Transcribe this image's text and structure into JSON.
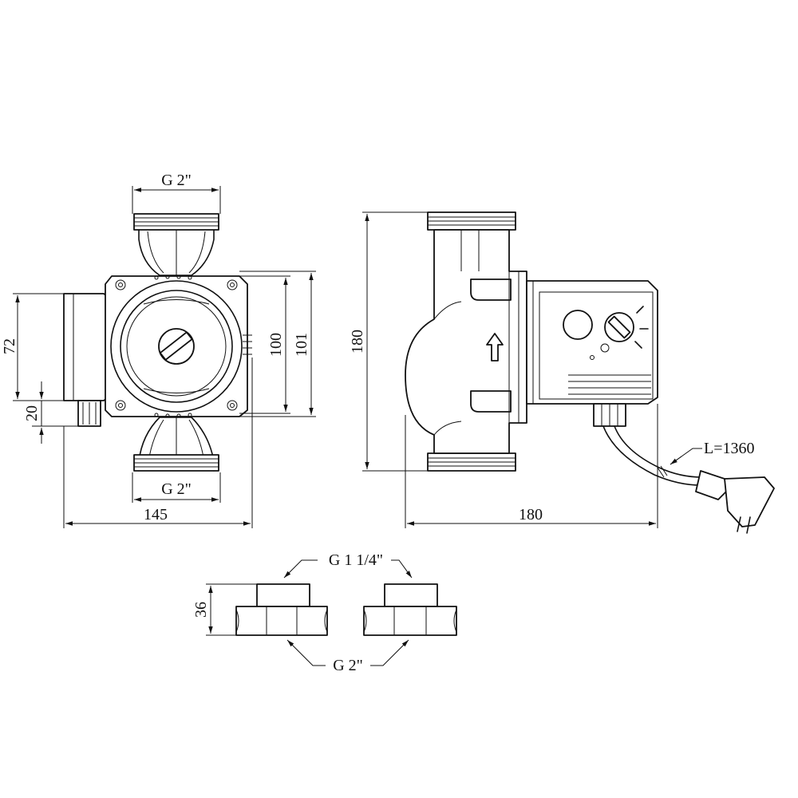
{
  "drawing": {
    "front_view": {
      "inlet_thread": "G 2\"",
      "outlet_thread": "G 2\"",
      "width": "145",
      "head_height": "72",
      "connector_height": "20",
      "flange_inner": "100",
      "flange_outer": "101"
    },
    "side_view": {
      "height": "180",
      "length": "180",
      "cable_length": "L=1360"
    },
    "unions": {
      "top_thread": "G 1 1/4\"",
      "bottom_thread": "G 2\"",
      "height": "36"
    }
  }
}
